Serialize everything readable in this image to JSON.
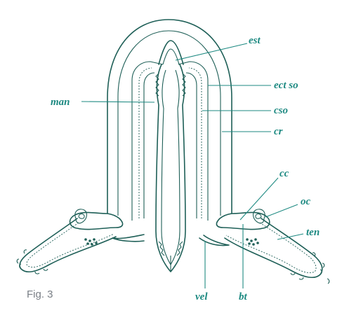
{
  "figure": {
    "caption": "Fig. 3",
    "labels": {
      "est": "est",
      "man": "man",
      "ect_so": "ect so",
      "cso": "cso",
      "cr": "cr",
      "cc": "cc",
      "oc": "oc",
      "ten": "ten",
      "vel": "vel",
      "bt": "bt"
    },
    "colors": {
      "label": "#1e8a82",
      "line": "#1e5f57",
      "caption": "#7a7f86"
    }
  }
}
